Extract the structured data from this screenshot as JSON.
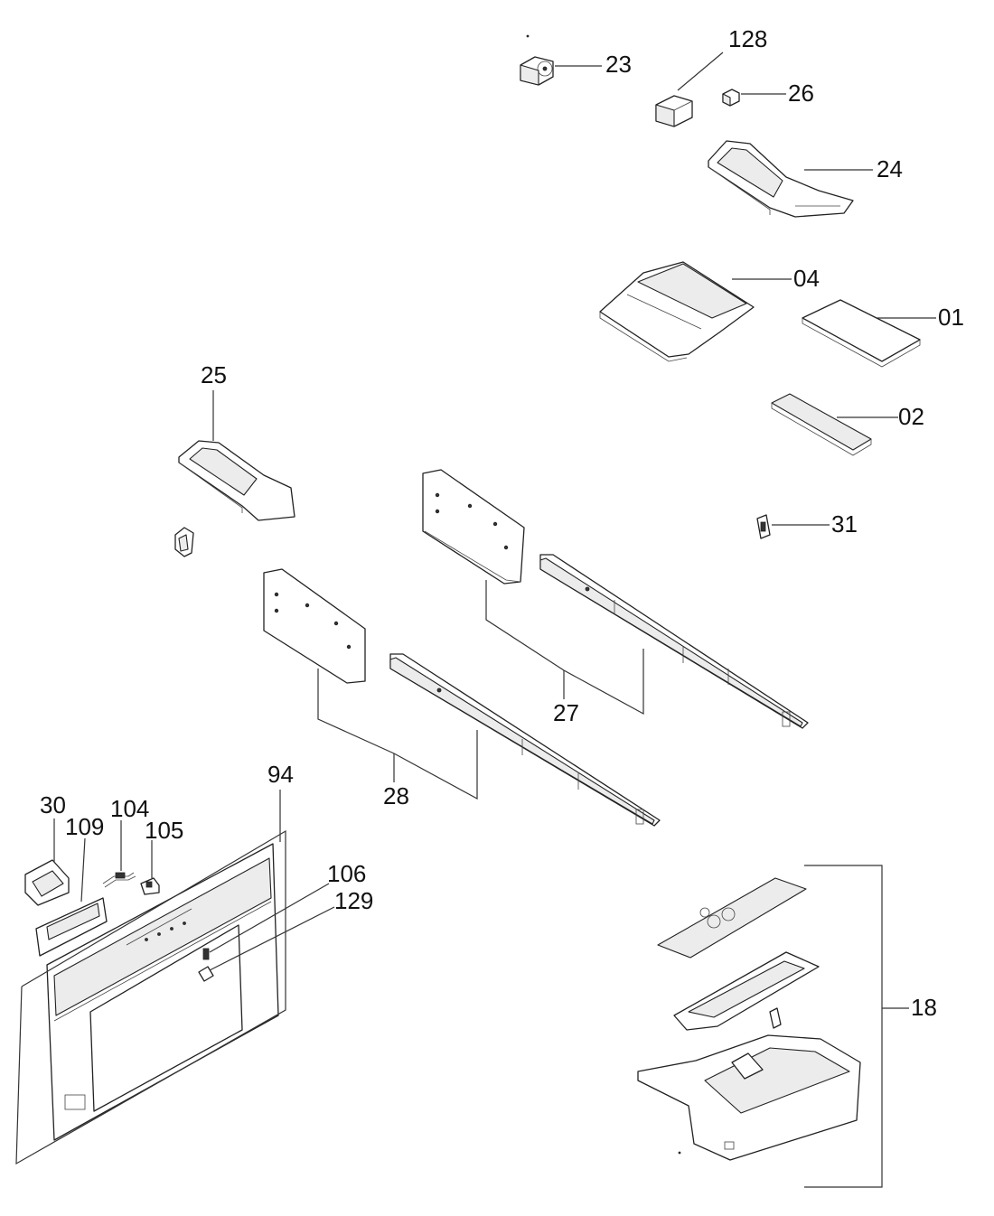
{
  "labels": {
    "p23": "23",
    "p128": "128",
    "p26": "26",
    "p24": "24",
    "p04": "04",
    "p01": "01",
    "p02": "02",
    "p25": "25",
    "p31": "31",
    "p27": "27",
    "p28": "28",
    "p94": "94",
    "p30": "30",
    "p104": "104",
    "p109": "109",
    "p105": "105",
    "p106": "106",
    "p129": "129",
    "p18": "18"
  }
}
